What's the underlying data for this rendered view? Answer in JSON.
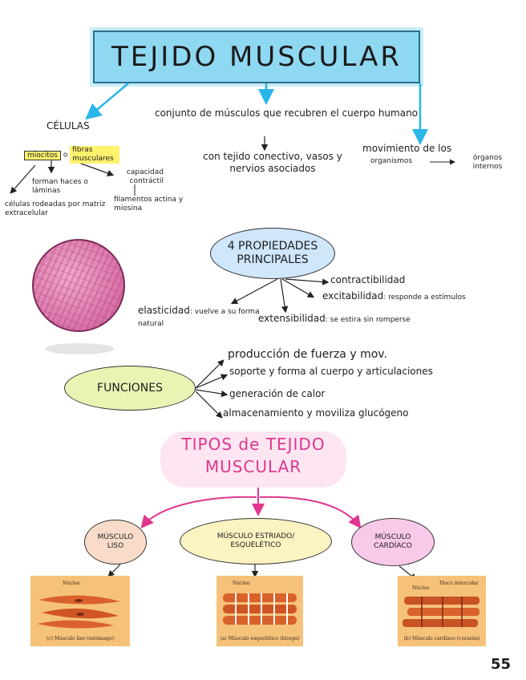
{
  "title": "TEJIDO MUSCULAR",
  "left": {
    "heading": "CÉLULAS",
    "miocitos": "miocitos",
    "o": "o",
    "fibras": "fibras musculares",
    "formanhaces": "forman haces o láminas",
    "celulas_rodeadas": "células rodeadas por matriz extracelular",
    "capacidad": "capacidad contráctil",
    "filamentos": "filamentos actina y miosina"
  },
  "center": {
    "definicion": "conjunto de músculos que recubren el cuerpo humano",
    "tejido": "con tejido conectivo, vasos y nervios asociados"
  },
  "right": {
    "movimiento": "movimiento de los",
    "organismos": "organismos",
    "organos": "órganos internos"
  },
  "propiedades": {
    "title": "4 PROPIEDADES PRINCIPALES",
    "items": [
      {
        "name": "contractibilidad",
        "desc": ""
      },
      {
        "name": "excitabilidad",
        "desc": ": responde a estímulos"
      },
      {
        "name": "extensibilidad",
        "desc": ": se estira sin romperse"
      },
      {
        "name": "elasticidad",
        "desc": ": vuelve a su forma natural"
      }
    ]
  },
  "funciones": {
    "title": "FUNCIONES",
    "items": [
      "producción de fuerza y mov.",
      "soporte y forma al cuerpo y articulaciones",
      "generación de calor",
      "almacenamiento y moviliza glucógeno"
    ]
  },
  "tipos": {
    "title": "TIPOS de TEJIDO MUSCULAR",
    "liso": "MÚSCULO LISO",
    "estriado": "MÚSCULO ESTRIADO/ ESQUELÉTICO",
    "cardiaco": "MÚSCULO CARDÍACO"
  },
  "images": {
    "liso_label": "Núcleo",
    "liso_caption": "(c) Músculo liso (estómago)",
    "estr_label": "Núcleo",
    "estr_caption": "(a) Músculo esquelético (bíceps)",
    "card_label1": "Núcleo",
    "card_label2": "Disco intercalar",
    "card_caption": "(b) Músculo cardíaco (corazón)"
  },
  "page_number": "55",
  "colors": {
    "title_bg": "#8fd8f2",
    "arrow_blue": "#29b6e8",
    "pink": "#e0358f",
    "highlight": "#fff36e"
  }
}
